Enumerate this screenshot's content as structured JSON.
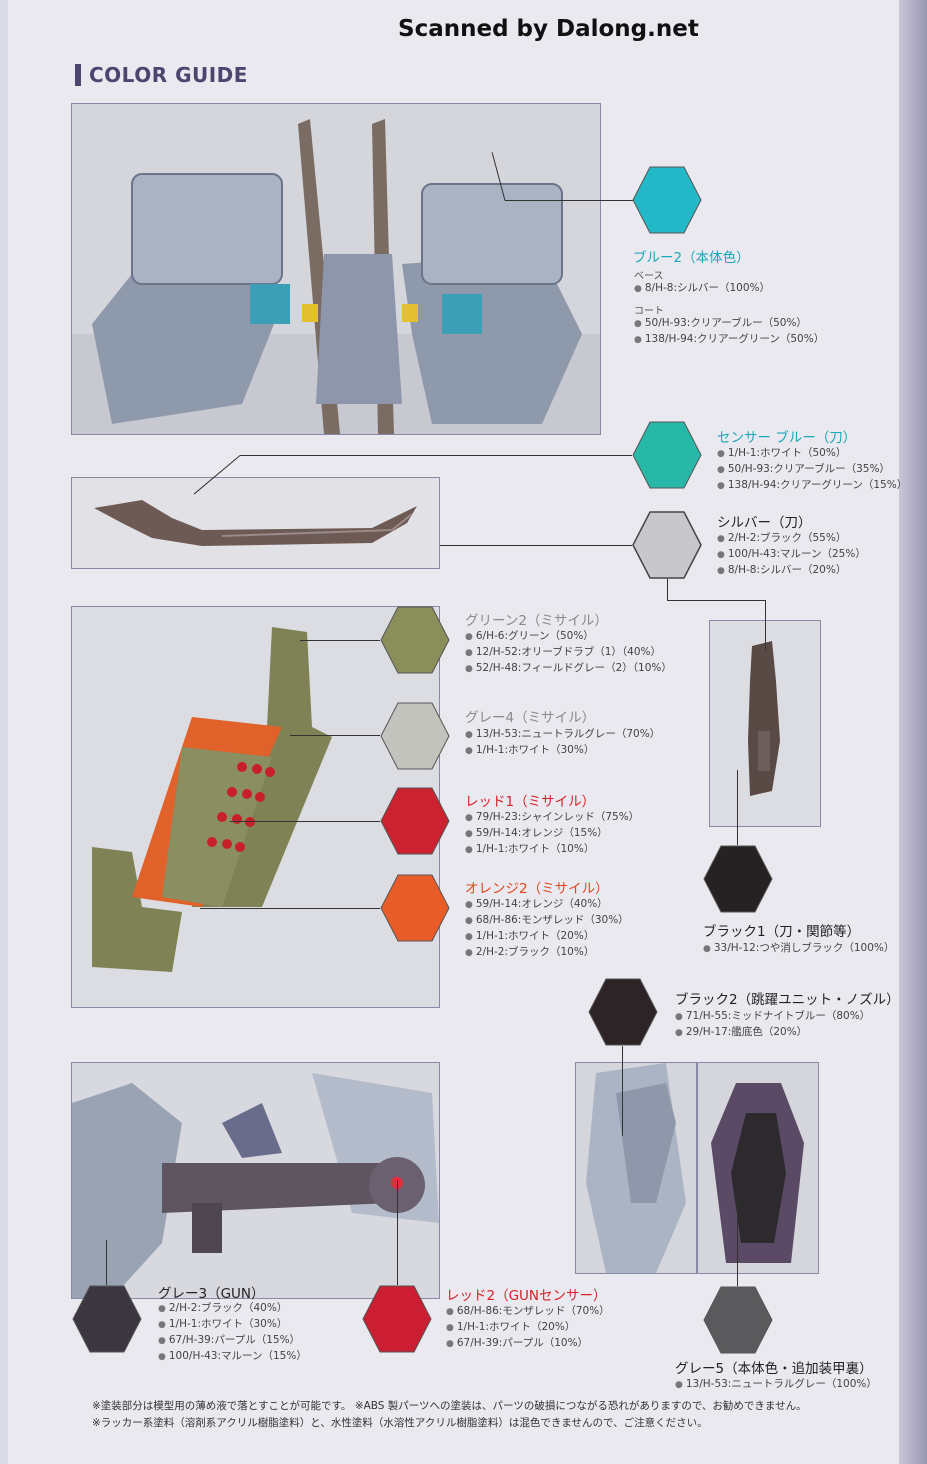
{
  "watermark": "Scanned by Dalong.net",
  "section_title": "COLOR GUIDE",
  "colors": {
    "blue2": {
      "name": "ブルー2（本体色）",
      "hex": "#22b8c8",
      "base_label": "ベース",
      "base": [
        "8/H-8:シルバー（100%）"
      ],
      "coat_label": "コート",
      "coat": [
        "50/H-93:クリアーブルー（50%）",
        "138/H-94:クリアーグリーン（50%）"
      ]
    },
    "sensor_blue": {
      "name": "センサー ブルー（刀）",
      "hex": "#27b8a8",
      "mix": [
        "1/H-1:ホワイト（50%）",
        "50/H-93:クリアーブルー（35%）",
        "138/H-94:クリアーグリーン（15%）"
      ]
    },
    "silver": {
      "name": "シルバー（刀）",
      "hex": "#c8c8cc",
      "mix": [
        "2/H-2:ブラック（55%）",
        "100/H-43:マルーン（25%）",
        "8/H-8:シルバー（20%）"
      ]
    },
    "green2": {
      "name": "グリーン2（ミサイル）",
      "hex": "#8a8f5a",
      "mix": [
        "6/H-6:グリーン（50%）",
        "12/H-52:オリーブドラブ（1）（40%）",
        "52/H-48:フィールドグレー（2）（10%）"
      ]
    },
    "grey4": {
      "name": "グレー4（ミサイル）",
      "hex": "#c2c3bc",
      "mix": [
        "13/H-53:ニュートラルグレー（70%）",
        "1/H-1:ホワイト（30%）"
      ]
    },
    "red1": {
      "name": "レッド1（ミサイル）",
      "hex": "#cc2230",
      "mix": [
        "79/H-23:シャインレッド（75%）",
        "59/H-14:オレンジ（15%）",
        "1/H-1:ホワイト（10%）"
      ]
    },
    "orange2": {
      "name": "オレンジ2（ミサイル）",
      "hex": "#e85c2a",
      "mix": [
        "59/H-14:オレンジ（40%）",
        "68/H-86:モンザレッド（30%）",
        "1/H-1:ホワイト（20%）",
        "2/H-2:ブラック（10%）"
      ]
    },
    "black1": {
      "name": "ブラック1（刀・関節等）",
      "hex": "#262224",
      "mix": [
        "33/H-12:つや消しブラック（100%）"
      ]
    },
    "black2": {
      "name": "ブラック2（跳躍ユニット・ノズル）",
      "hex": "#2c2426",
      "mix": [
        "71/H-55:ミッドナイトブルー（80%）",
        "29/H-17:艦底色（20%）"
      ]
    },
    "grey3": {
      "name": "グレー3（GUN）",
      "hex": "#3c3640",
      "mix": [
        "2/H-2:ブラック（40%）",
        "1/H-1:ホワイト（30%）",
        "67/H-39:パープル（15%）",
        "100/H-43:マルーン（15%）"
      ]
    },
    "red2": {
      "name": "レッド2（GUNセンサー）",
      "hex": "#cc1e32",
      "mix": [
        "68/H-86:モンザレッド（70%）",
        "1/H-1:ホワイト（20%）",
        "67/H-39:パープル（10%）"
      ]
    },
    "grey5": {
      "name": "グレー5（本体色・追加装甲裏）",
      "hex": "#5a5a5c",
      "mix": [
        "13/H-53:ニュートラルグレー（100%）"
      ]
    }
  },
  "footnotes": [
    "※塗装部分は模型用の薄め液で落とすことが可能です。 ※ABS 製パーツへの塗装は、パーツの破損につながる恐れがありますので、お勧めできません。",
    "※ラッカー系塗料（溶剤系アクリル樹脂塗料）と、水性塗料（水溶性アクリル樹脂塗料）は混色できませんので、ご注意ください。"
  ]
}
